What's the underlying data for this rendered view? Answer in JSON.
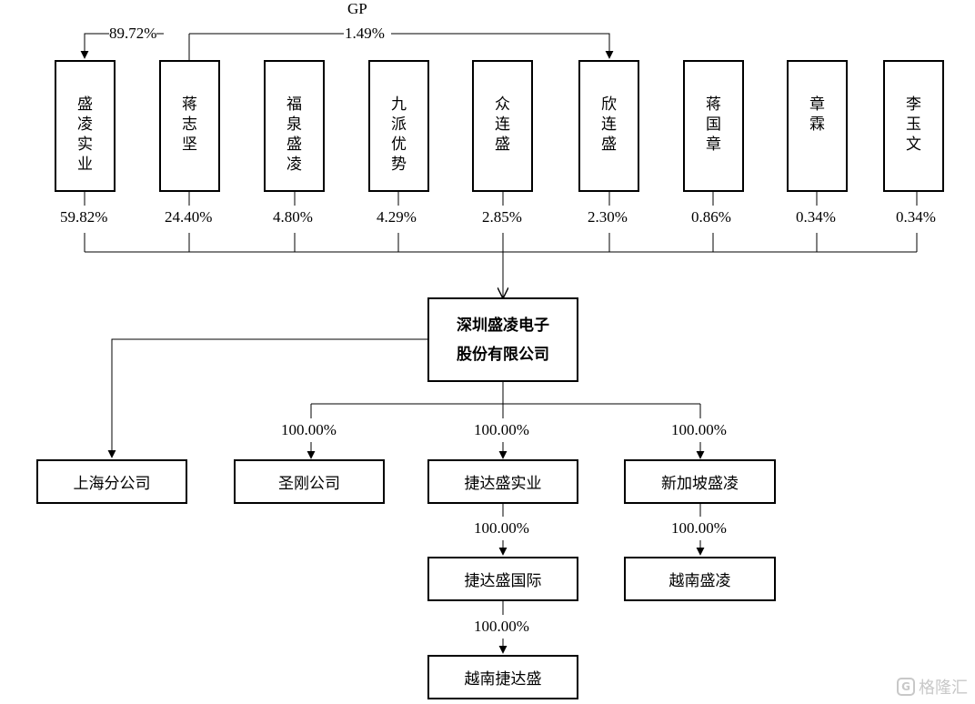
{
  "gp": {
    "label": "GP",
    "left_pct": "89.72%",
    "right_pct": "1.49%"
  },
  "shareholders": [
    {
      "name": "盛凌实业",
      "pct": "59.82%"
    },
    {
      "name": "蒋志坚",
      "pct": "24.40%"
    },
    {
      "name": "福泉盛凌",
      "pct": "4.80%"
    },
    {
      "name": "九派优势",
      "pct": "4.29%"
    },
    {
      "name": "众连盛",
      "pct": "2.85%"
    },
    {
      "name": "欣连盛",
      "pct": "2.30%"
    },
    {
      "name": "蒋国章",
      "pct": "0.86%"
    },
    {
      "name": "章霖",
      "pct": "0.34%"
    },
    {
      "name": "李玉文",
      "pct": "0.34%"
    }
  ],
  "company": {
    "name": "深圳盛凌电子\n股份有限公司"
  },
  "subsidiaries": {
    "branch": "上海分公司",
    "shenggang": {
      "name": "圣刚公司",
      "pct": "100.00%"
    },
    "jiedasheng_shiye": {
      "name": "捷达盛实业",
      "pct": "100.00%"
    },
    "singapore": {
      "name": "新加坡盛凌",
      "pct": "100.00%"
    },
    "jiedasheng_guoji": {
      "name": "捷达盛国际",
      "pct": "100.00%"
    },
    "vietnam_shengling": {
      "name": "越南盛凌",
      "pct": "100.00%"
    },
    "vietnam_jiedasheng": {
      "name": "越南捷达盛",
      "pct": "100.00%"
    }
  },
  "watermark": {
    "icon": "gelonghui-logo-icon",
    "text": "格隆汇"
  },
  "colors": {
    "line": "#000000",
    "box_border": "#000000",
    "watermark": "#c8c8c8"
  }
}
